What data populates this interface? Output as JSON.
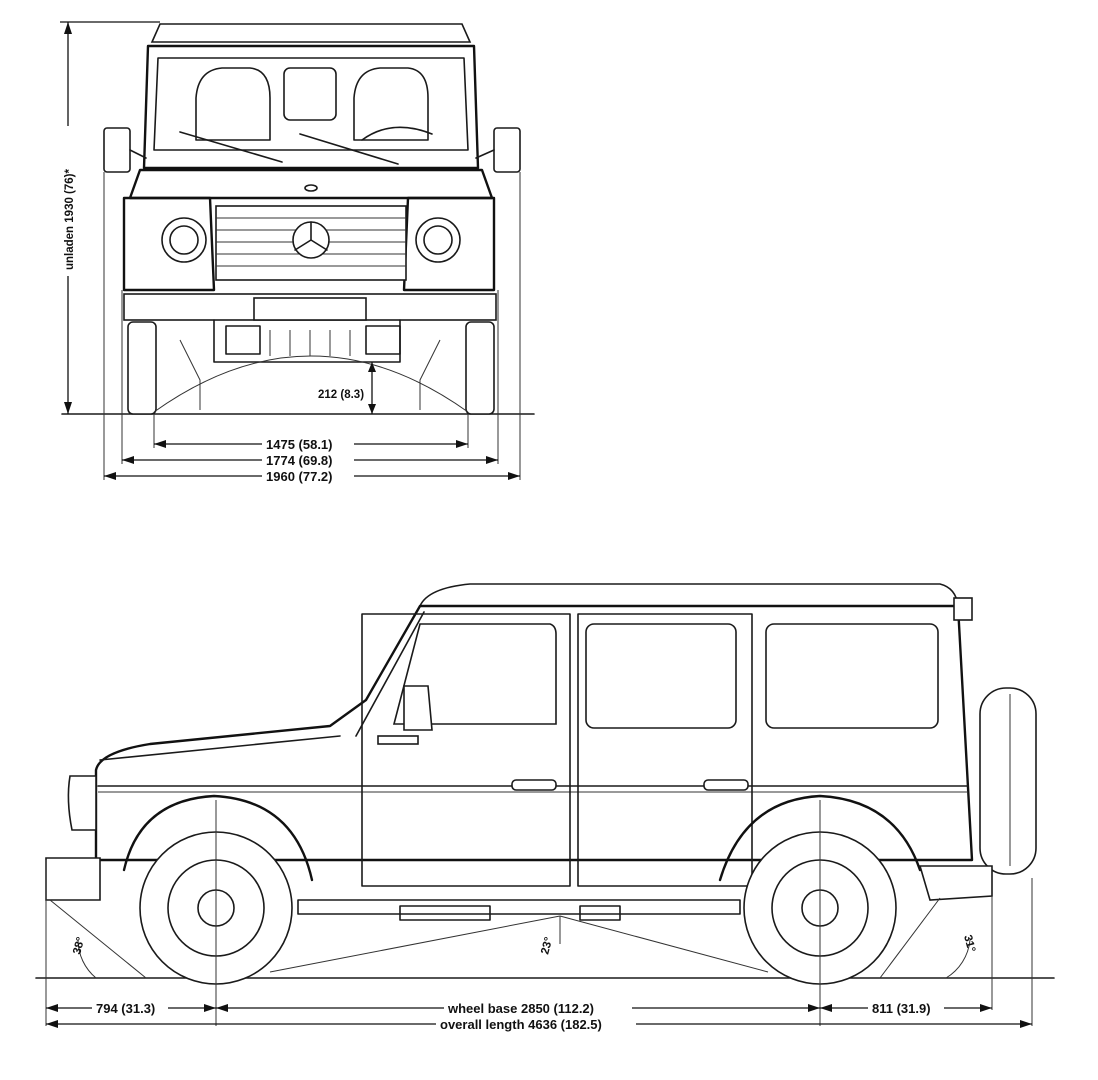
{
  "front_view": {
    "height_label": "unladen 1930 (76)*",
    "ground_clearance_label": "212 (8.3)",
    "track_label": "1475 (58.1)",
    "width_label": "1774 (69.8)",
    "width_mirrors_label": "1960 (77.2)"
  },
  "side_view": {
    "approach_angle_label": "38°",
    "breakover_angle_label": "23°",
    "departure_angle_label": "31°",
    "front_overhang_label": "794 (31.3)",
    "wheelbase_label": "wheel base 2850 (112.2)",
    "rear_overhang_label": "811 (31.9)",
    "overall_length_label": "overall length 4636 (182.5)"
  },
  "colors": {
    "line": "#1a1a1a",
    "background": "#ffffff"
  }
}
